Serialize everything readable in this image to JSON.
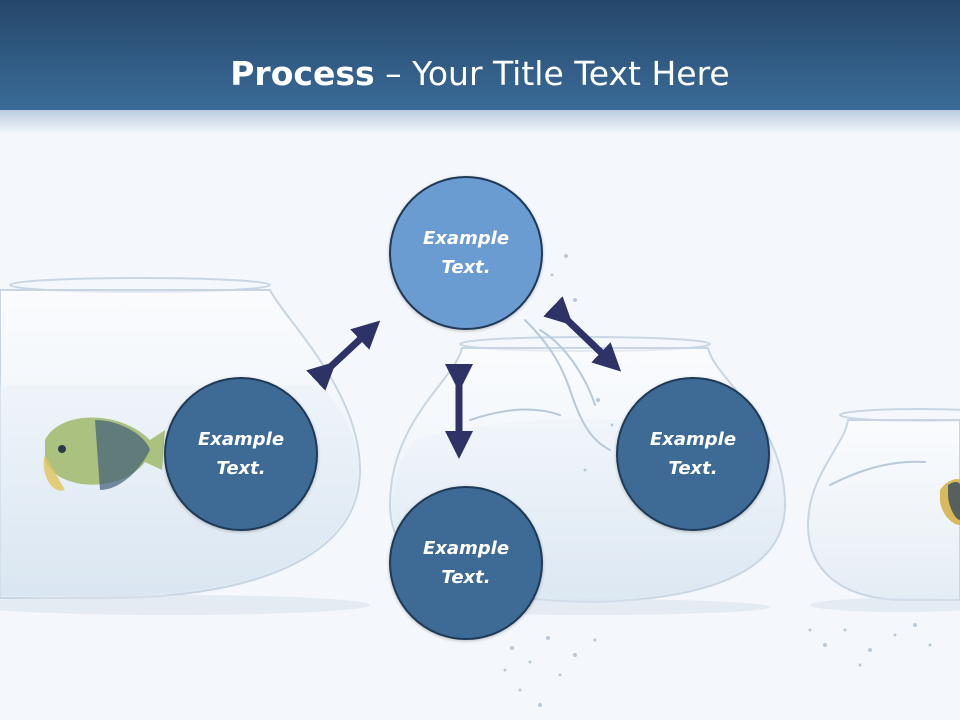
{
  "title": {
    "bold": "Process",
    "rest": " – Your Title Text Here"
  },
  "nodes": {
    "top": "Example\nText.",
    "left": "Example\nText.",
    "right": "Example\nText.",
    "bottom": "Example\nText."
  },
  "colors": {
    "header_top": "#25476a",
    "header_bottom": "#3a6b98",
    "node_dark": "#3d6b95",
    "node_light": "#6a9bd1",
    "arrow": "#2e3266"
  }
}
